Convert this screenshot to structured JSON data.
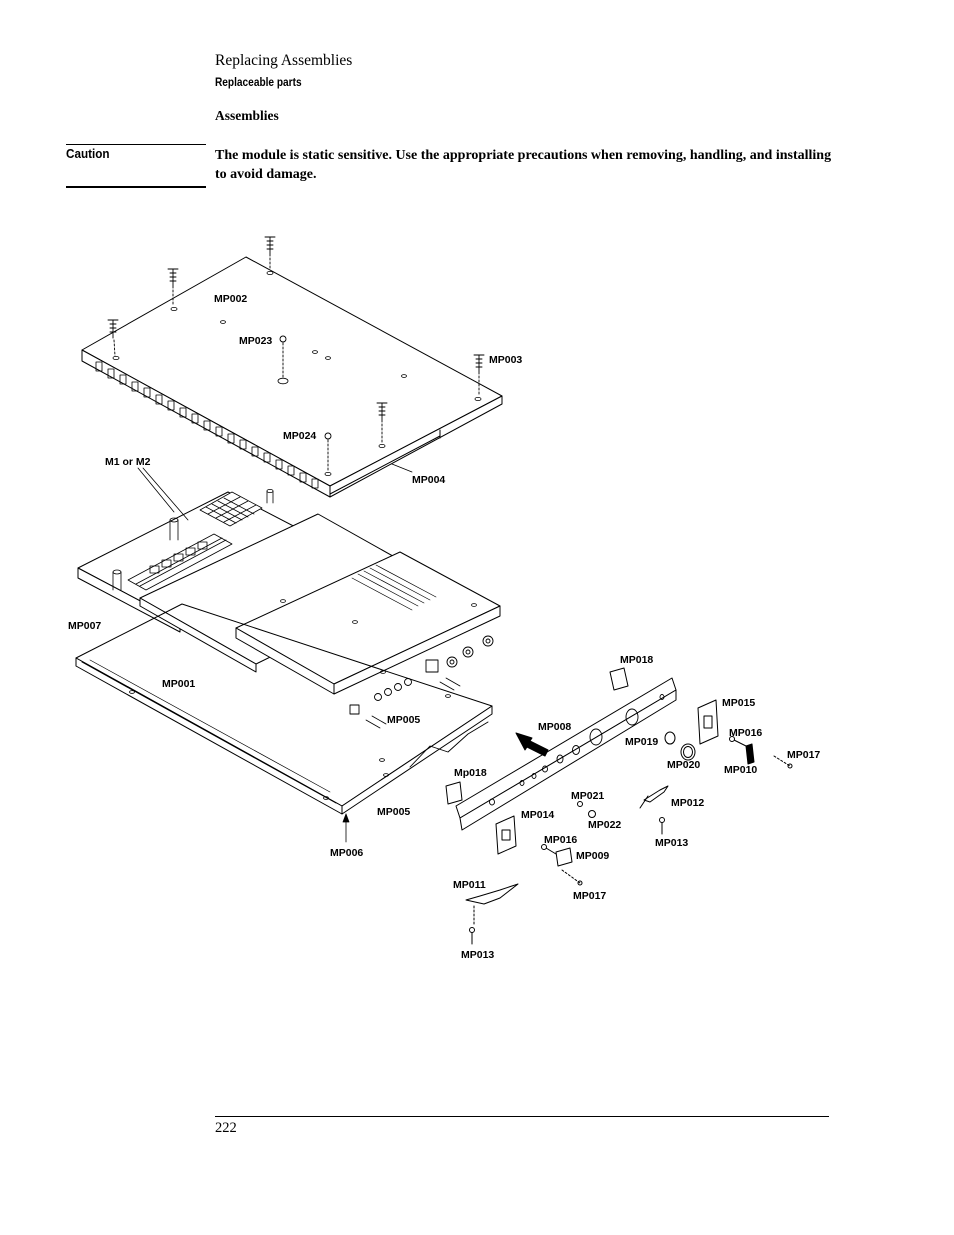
{
  "header": {
    "running_title": "Replacing Assemblies",
    "running_subtitle": "Replaceable parts"
  },
  "section": {
    "title": "Assemblies"
  },
  "caution": {
    "label": "Caution",
    "text": "The module is static sensitive. Use the appropriate precautions when removing, handling, and installing to avoid damage."
  },
  "figure": {
    "callouts": {
      "mp002": "MP002",
      "mp023": "MP023",
      "mp003": "MP003",
      "mp024": "MP024",
      "mp004": "MP004",
      "m1_m2": "M1 or M2",
      "mp007": "MP007",
      "mp001": "MP001",
      "mp005_a": "MP005",
      "mp005_b": "MP005",
      "mp006": "MP006",
      "mp008": "MP008",
      "mp018_a": "MP018",
      "mp018_b": "Mp018",
      "mp015": "MP015",
      "mp016_a": "MP016",
      "mp016_b": "MP016",
      "mp019": "MP019",
      "mp020": "MP020",
      "mp010": "MP010",
      "mp017_a": "MP017",
      "mp017_b": "MP017",
      "mp021": "MP021",
      "mp022": "MP022",
      "mp012": "MP012",
      "mp014": "MP014",
      "mp009": "MP009",
      "mp013_a": "MP013",
      "mp013_b": "MP013",
      "mp011": "MP011"
    }
  },
  "footer": {
    "page_number": "222"
  }
}
